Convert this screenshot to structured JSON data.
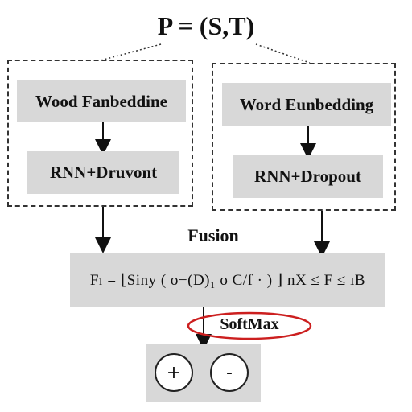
{
  "title": "P = (S,T)",
  "left_branch": {
    "embedding_label": "Wood Fanbeddine",
    "rnn_label": "RNN+Druvont"
  },
  "right_branch": {
    "embedding_label": "Word Eunbedding",
    "rnn_label": "RNN+Dropout"
  },
  "fusion": {
    "label": "Fusion",
    "formula": "Fₗ = ⌊Siny ( o−(D)₁ o C/f · ) ⌋ nX ≤ F ≤ ıB"
  },
  "softmax": {
    "label": "SoftMax",
    "highlight_color": "#cc1f1f"
  },
  "outputs": {
    "positive": "+",
    "negative": "-"
  }
}
